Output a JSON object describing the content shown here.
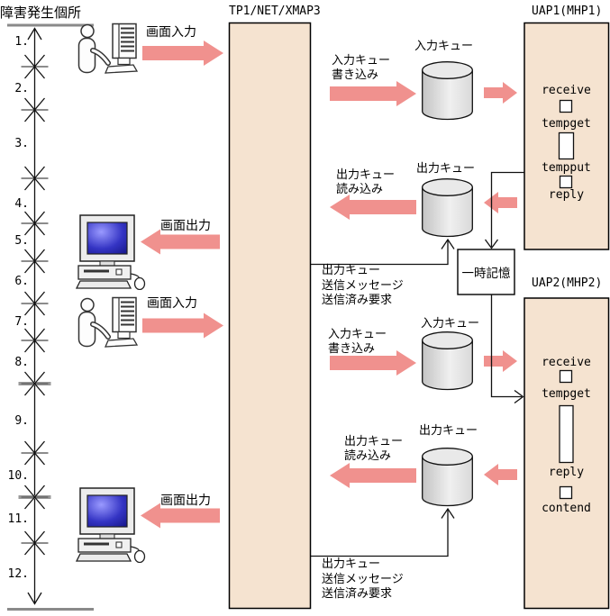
{
  "timeline": {
    "title": "障害発生個所",
    "numbers": [
      "1.",
      "2.",
      "3.",
      "4.",
      "5.",
      "6.",
      "7.",
      "8.",
      "9.",
      "10.",
      "11.",
      "12."
    ]
  },
  "middleware": {
    "label": "TP1/NET/XMAP3"
  },
  "uap1": {
    "label": "UAP1(MHP1)",
    "steps": {
      "receive": "receive",
      "tempget": "tempget",
      "tempput": "tempput",
      "reply": "reply"
    }
  },
  "uap2": {
    "label": "UAP2(MHP2)",
    "steps": {
      "receive": "receive",
      "tempget": "tempget",
      "reply": "reply",
      "contend": "contend"
    }
  },
  "temp_storage": {
    "label": "一時記憶"
  },
  "queues": {
    "input_queue_1": "入力キュー",
    "output_queue_1": "出力キュー",
    "input_queue_2": "入力キュー",
    "output_queue_2": "出力キュー"
  },
  "flows": {
    "screen_input_1": "画面入力",
    "screen_output_1": "画面出力",
    "screen_input_2": "画面入力",
    "screen_output_2": "画面出力",
    "input_queue_write_1": "入力キュー\n書き込み",
    "output_queue_read_1": "出力キュー\n読み込み",
    "input_queue_write_2": "入力キュー\n書き込み",
    "output_queue_read_2": "出力キュー\n読み込み",
    "output_queue_sent_request_1": "出力キュー\n送信メッセージ\n送信済み要求",
    "output_queue_sent_request_2": "出力キュー\n送信メッセージ\n送信済み要求"
  },
  "colors": {
    "box_fill": "#f5e3d0",
    "arrow_pink": "#f0918e",
    "timeline_gray": "#8a8a8a"
  }
}
